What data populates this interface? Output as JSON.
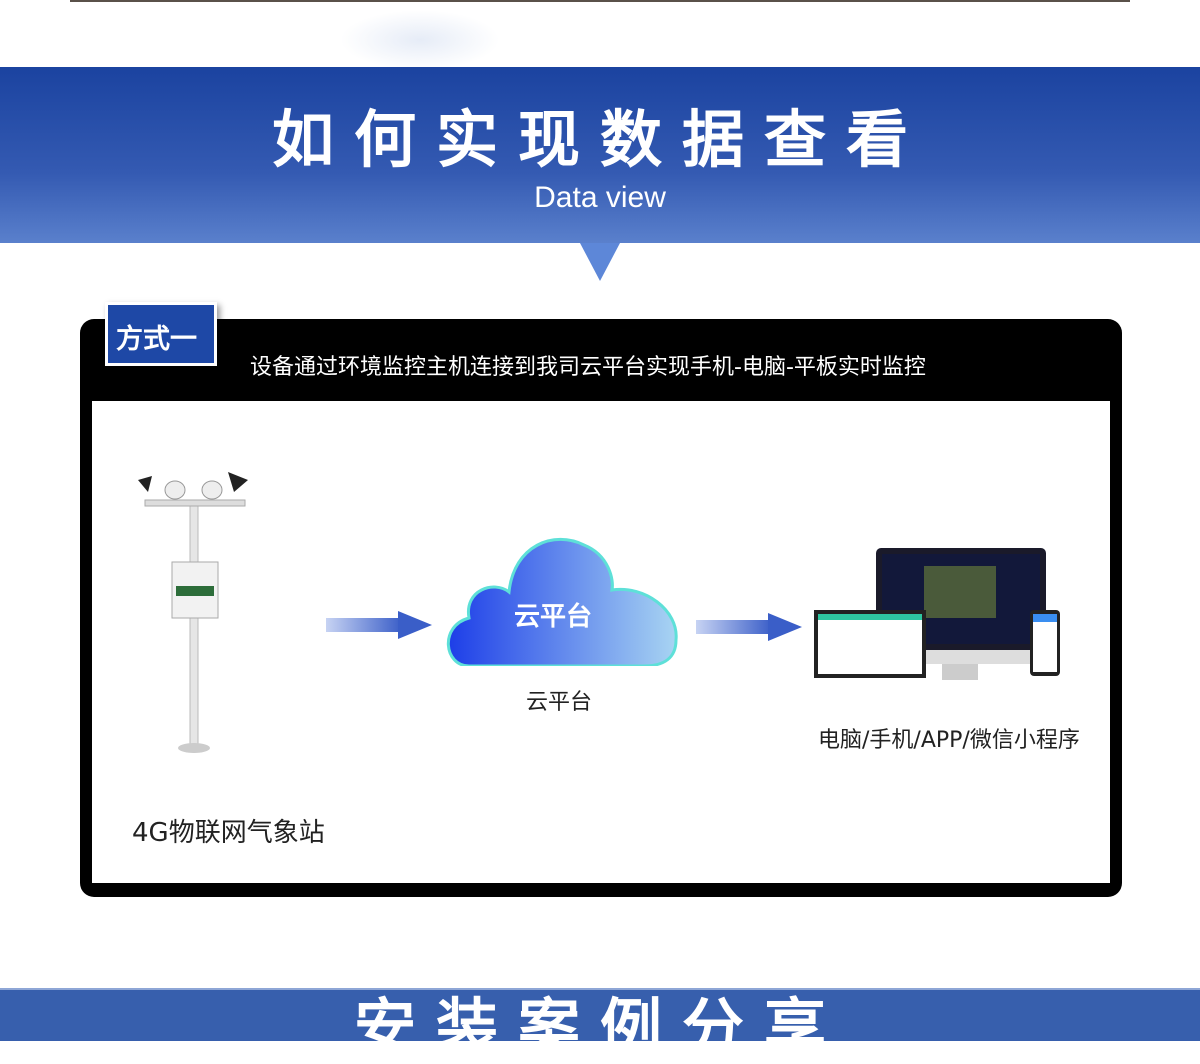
{
  "header": {
    "title": "如何实现数据查看",
    "subtitle": "Data view"
  },
  "method": {
    "badge": "方式一",
    "description": "设备通过环境监控主机连接到我司云平台实现手机-电脑-平板实时监控"
  },
  "diagram": {
    "station_label": "4G物联网气象站",
    "cloud_text": "云平台",
    "cloud_label": "云平台",
    "devices_label": "电脑/手机/APP/微信小程序"
  },
  "next_section": {
    "title": "安装案例分享"
  },
  "colors": {
    "banner": "#1b43a0",
    "badge": "#1e48a6",
    "arrow": "#3a5ec8"
  }
}
